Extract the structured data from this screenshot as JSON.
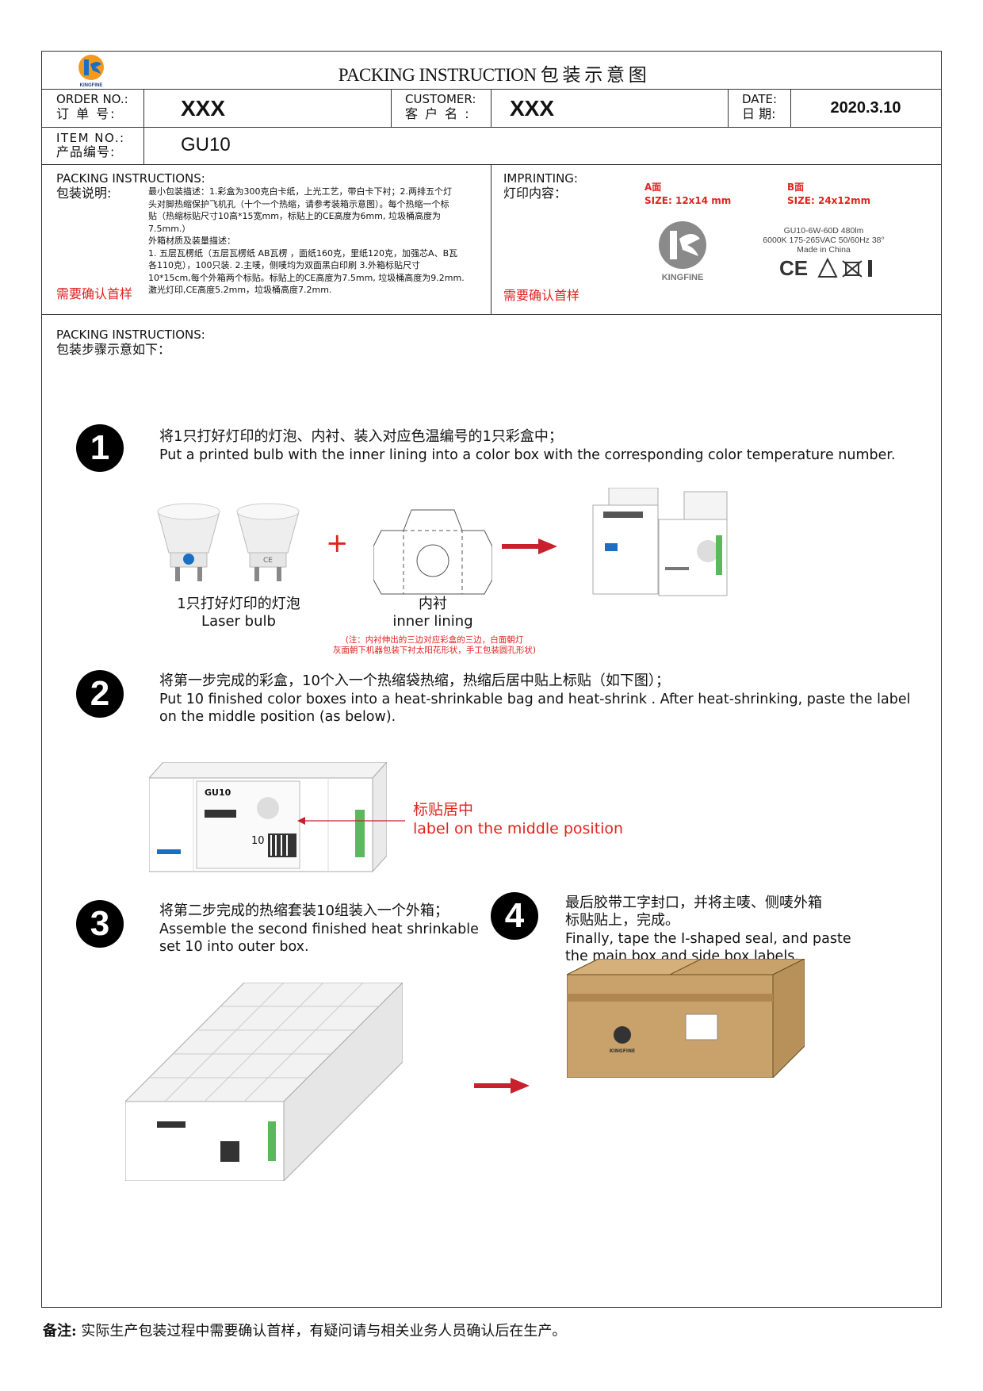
{
  "header": {
    "title": "PACKING INSTRUCTION  包 装 示 意 图",
    "logo_text": "KINGFINE"
  },
  "order": {
    "label_en": "ORDER NO.:",
    "label_cn": "订 单 号:",
    "value": "XXX"
  },
  "customer": {
    "label_en": "CUSTOMER:",
    "label_cn": "客 户 名 :",
    "value": "XXX"
  },
  "date": {
    "label_en": "DATE:",
    "label_cn": "日 期:",
    "value": "2020.3.10"
  },
  "item": {
    "label_en": "ITEM NO.:",
    "label_cn": "产品编号:",
    "value": "GU10"
  },
  "packing": {
    "label_en": "PACKING INSTRUCTIONS:",
    "label_cn": "包装说明:",
    "confirm": "需要确认首样",
    "lines": [
      "最小包装描述：1.彩盒为300克白卡纸，上光工艺，带白卡下衬；2.两排五个灯",
      "头对脚热缩保护飞机孔（十个一个热缩，请参考装箱示意图）。每个热缩一个标",
      "贴（热缩标贴尺寸10高*15宽mm，标贴上的CE高度为6mm, 垃圾桶高度为",
      "7.5mm.）",
      "外箱材质及装量描述：",
      "1. 五层瓦楞纸（五层瓦楞纸 AB瓦楞 ，面纸160克，里纸120克，加强芯A、B瓦",
      "各110克），100只装. 2.主唛，侧唛均为双面黑白印刷  3.外箱标贴尺寸",
      "10*15cm,每个外箱两个标贴。标贴上的CE高度为7.5mm, 垃圾桶高度为9.2mm.",
      "激光灯印,CE高度5.2mm，垃圾桶高度7.2mm."
    ]
  },
  "imprinting": {
    "label_en": "IMPRINTING:",
    "label_cn": "灯印内容：",
    "confirm": "需要确认首样",
    "a_side": "A面",
    "a_size": "SIZE: 12x14 mm",
    "b_side": "B面",
    "b_size": "SIZE: 24x12mm",
    "b_line1": "GU10-6W-60D 480lm",
    "b_line2": "6000K 175-265VAC 50/60Hz 38°",
    "b_line3": "Made in China",
    "b_marks": "CE"
  },
  "steps_header": {
    "label_en": "PACKING INSTRUCTIONS:",
    "label_cn": "包装步骤示意如下："
  },
  "steps": {
    "s1": {
      "num": "1",
      "cn": "将1只打好灯印的灯泡、内衬、装入对应色温编号的1只彩盒中；",
      "en": "Put a printed bulb with the inner lining into a color box with the corresponding color temperature number."
    },
    "s1_bulb_cn": "1只打好灯印的灯泡",
    "s1_bulb_en": "Laser bulb",
    "s1_lining_cn": "内衬",
    "s1_lining_en": "inner lining",
    "s1_note1": "(注：内衬伸出的三边对应彩盒的三边，白面朝灯",
    "s1_note2": "灰面朝下机器包装下衬太阳花形状，手工包装圆孔形状)",
    "s2": {
      "num": "2",
      "cn": "将第一步完成的彩盒，10个入一个热缩袋热缩，热缩后居中贴上标贴（如下图）；",
      "en1": "Put  10 finished color boxes into a heat-shrinkable bag and heat-shrink . After heat-shrinking, paste the label",
      "en2": "on the middle position (as  below)."
    },
    "s2_label_cn": "标贴居中",
    "s2_label_en": "label on the middle position",
    "s2_gu10": "GU10",
    "s2_qty": "10",
    "s3": {
      "num": "3",
      "cn": "将第二步完成的热缩套装10组装入一个外箱；",
      "en1": "Assemble the second finished heat shrinkable",
      "en2": "set 10 into outer box."
    },
    "s4": {
      "num": "4",
      "cn1": "最后胶带工字封口，并将主唛、侧唛外箱",
      "cn2": "标贴贴上，完成。",
      "en1": "Finally, tape the I-shaped seal, and paste",
      "en2": "the main box and side box labels."
    }
  },
  "footer": {
    "label": "备注:",
    "text": "实际生产包装过程中需要确认首样，有疑问请与相关业务人员确认后在生产。"
  },
  "colors": {
    "accent_red": "#e0231f",
    "carton": "#c9a26b",
    "logo_orange": "#f39a1e",
    "logo_blue": "#1a6fc4"
  }
}
